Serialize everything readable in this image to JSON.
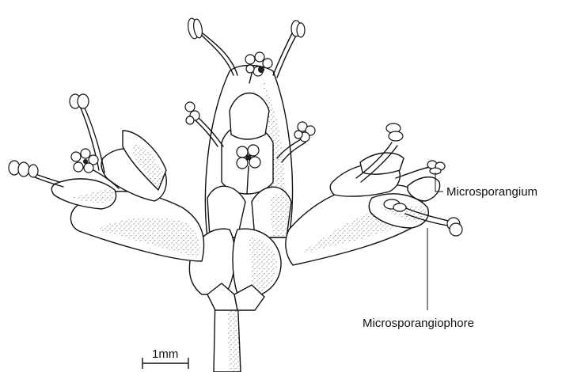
{
  "labels": {
    "microsporangium": "Microsporangium",
    "microsporangiophore": "Microsporangiophore",
    "scale": "1mm"
  }
}
